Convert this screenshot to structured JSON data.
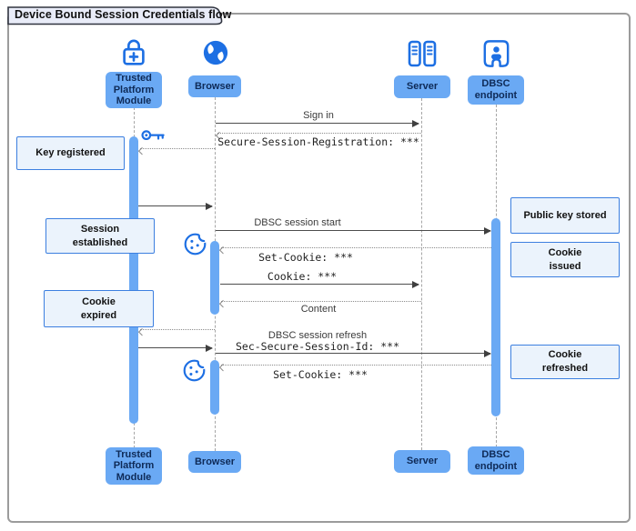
{
  "title": "Device Bound Session Credentials flow",
  "actors": {
    "tpm": {
      "label": "Trusted\nPlatform\nModule",
      "icon": "lock-plus-icon"
    },
    "browser": {
      "label": "Browser",
      "icon": "globe-icon"
    },
    "server": {
      "label": "Server",
      "icon": "server-rack-icon"
    },
    "dbsc": {
      "label": "DBSC\nendpoint",
      "icon": "badge-person-icon"
    }
  },
  "messages": {
    "sign_in": "Sign in",
    "secure_session_registration": "Secure-Session-Registration: ***",
    "dbsc_session_start": "DBSC session start",
    "set_cookie_1": "Set-Cookie: ***",
    "cookie": "Cookie: ***",
    "content": "Content",
    "dbsc_session_refresh": "DBSC session refresh",
    "sec_secure_session_id": "Sec-Secure-Session-Id: ***",
    "set_cookie_2": "Set-Cookie: ***"
  },
  "notes": {
    "key_registered": "Key registered",
    "session_established": "Session\nestablished",
    "cookie_expired": "Cookie\nexpired",
    "public_key_stored": "Public key stored",
    "cookie_issued": "Cookie\nissued",
    "cookie_refreshed": "Cookie\nrefreshed"
  },
  "inline_icons": {
    "key": "key-icon",
    "cookie": "cookie-icon"
  },
  "colors": {
    "icon_blue": "#1d6fe3",
    "actor_fill": "#6aa9f4",
    "actor_text": "#0e2a57",
    "note_fill": "#ebf3fc",
    "note_border": "#3c7fe0",
    "activation_fill": "#6aa9f4",
    "frame_border": "#9b9b9b",
    "tab_fill": "#e9ecf8",
    "solid_arrow": "#4d4d4d",
    "dotted_arrow": "#8c8c8c"
  }
}
